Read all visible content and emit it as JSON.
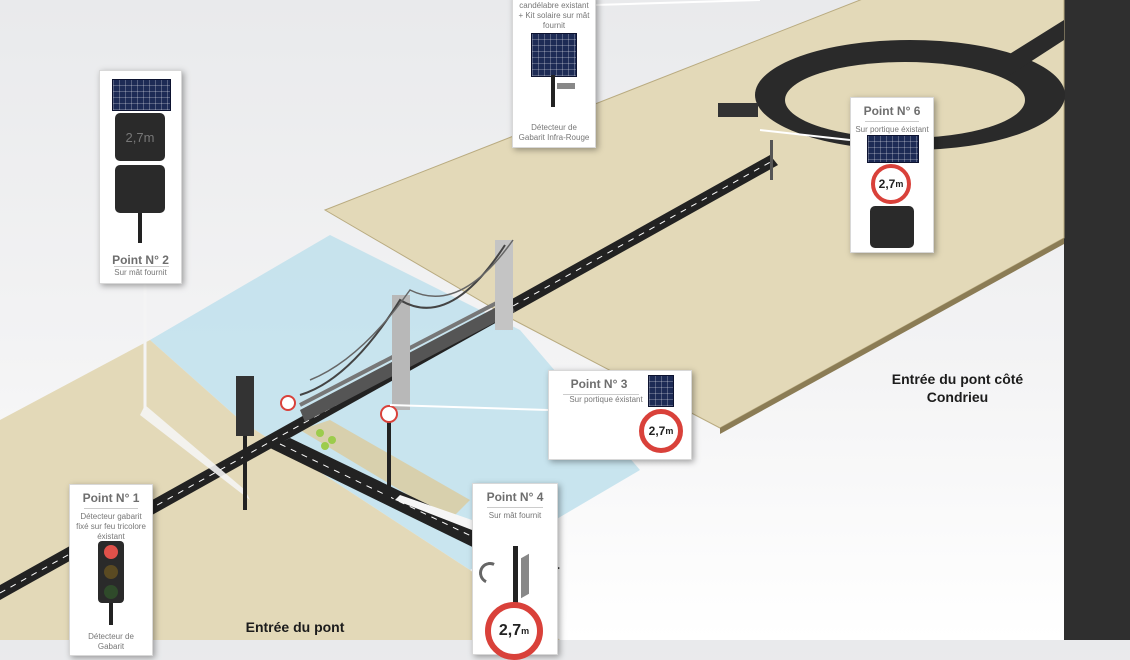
{
  "points": {
    "p1": {
      "title": "Point N° 1",
      "sub": "Détecteur gabarit fixé sur feu tricolore éxistant",
      "foot": "Détecteur de Gabarit"
    },
    "p2": {
      "title": "Point N° 2",
      "sub": "Sur mât fournit",
      "vms_value": "2,7m"
    },
    "p3": {
      "title": "Point N° 3",
      "sub": "Sur portique éxistant"
    },
    "p4": {
      "title": "Point N° 4",
      "sub": "Sur mât fournit"
    },
    "p5": {
      "sub": "candélabre existant + Kit solaire sur mât fournit",
      "foot": "Détecteur de Gabarit Infra-Rouge"
    },
    "p6": {
      "title": "Point N° 6",
      "sub": "Sur portique éxistant"
    }
  },
  "sign_value": "2,7",
  "sign_unit": "m",
  "labels": {
    "condrieu": "Entrée du pont côté Condrieu",
    "other_side": "Entrée du pont"
  },
  "colors": {
    "sign_red": "#d9413a",
    "land": "#e3d9b8",
    "water": "#bfe0ec",
    "road": "#222222",
    "solar": "#1d2b55"
  }
}
